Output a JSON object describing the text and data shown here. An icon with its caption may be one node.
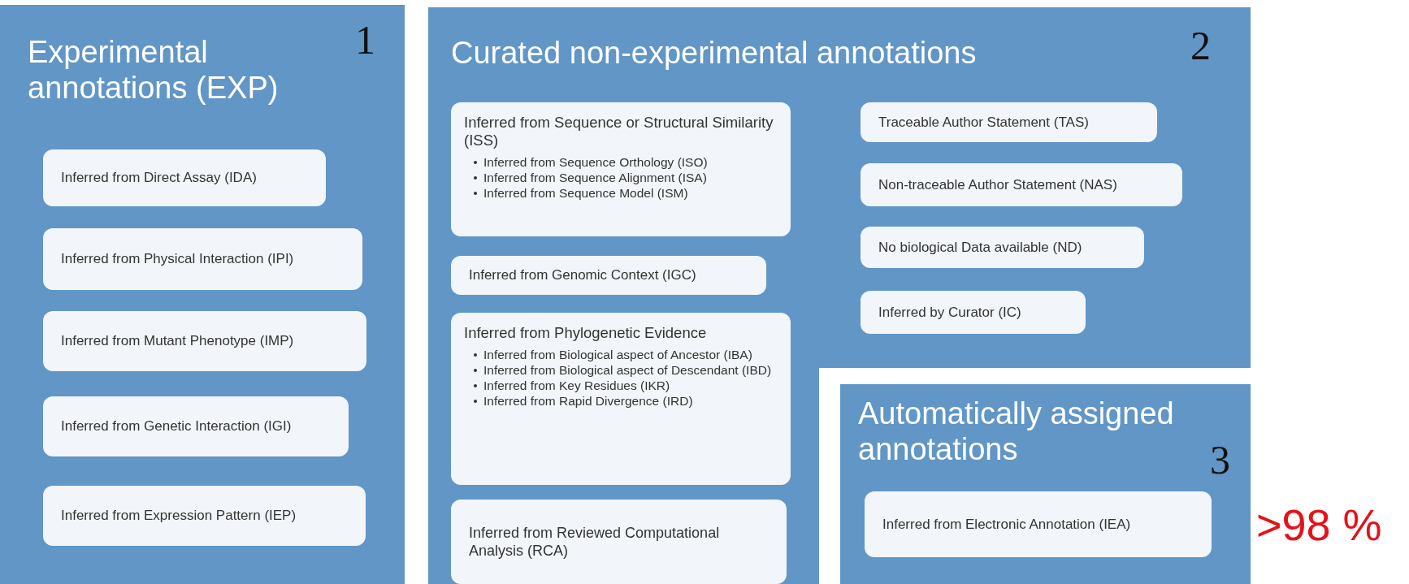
{
  "diagram": {
    "nodes": [
      {
        "text": [
          "Experimental annotations (EXP)",
          "1"
        ]
      },
      {
        "text": [
          "Inferred from Direct Assay (IDA)"
        ],
        "in": 0
      },
      {
        "text": [
          "Inferred from Physical Interaction (IPI)"
        ],
        "in": 0
      },
      {
        "text": [
          "Inferred from Mutant Phenotype (IMP)"
        ],
        "in": 0
      },
      {
        "text": [
          "Inferred from Genetic Interaction (IGI)"
        ],
        "in": 0
      },
      {
        "text": [
          "Inferred from Expression Pattern (IEP)"
        ],
        "in": 0
      },
      {
        "text": [
          "Curated non-experimental annotations",
          "2"
        ]
      },
      {
        "text": [
          "Inferred from Sequence or Structural Similarity (ISS)",
          "Inferred from Sequence Orthology (ISO)",
          "Inferred from Sequence Alignment (ISA)",
          "Inferred from Sequence Model (ISM)"
        ],
        "in": 6
      },
      {
        "text": [
          "Inferred from Genomic Context (IGC)"
        ],
        "in": 6
      },
      {
        "text": [
          "Inferred from Phylogenetic Evidence",
          "Inferred from Biological aspect of Ancestor (IBA)",
          "Inferred from Biological aspect of Descendant (IBD)",
          "Inferred from Key Residues (IKR)",
          "Inferred from Rapid Divergence (IRD)"
        ],
        "in": 6
      },
      {
        "text": [
          "Inferred from Reviewed Computational Analysis (RCA)"
        ],
        "in": 6
      },
      {
        "text": [
          "Traceable Author Statement (TAS)"
        ],
        "in": 6
      },
      {
        "text": [
          "Non-traceable Author Statement (NAS)"
        ],
        "in": 6
      },
      {
        "text": [
          "No biological Data available (ND)"
        ],
        "in": 6
      },
      {
        "text": [
          "Inferred by Curator (IC)"
        ],
        "in": 6
      },
      {
        "text": [
          "Automatically assigned annotations",
          "3"
        ]
      },
      {
        "text": [
          "Inferred from Electronic Annotation (IEA)"
        ],
        "in": 15
      }
    ],
    "edges": [],
    "labels": [
      ">98 %"
    ]
  }
}
